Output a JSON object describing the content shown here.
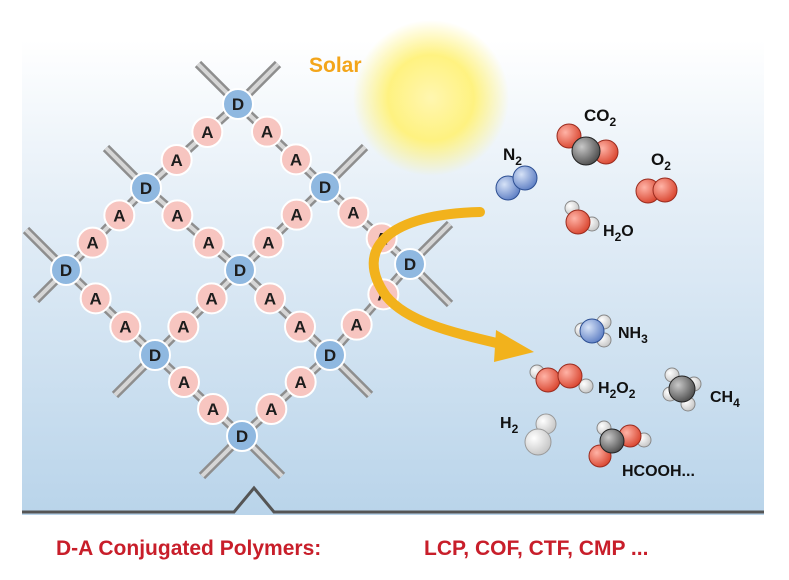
{
  "solar_label": "Solar",
  "node_labels": {
    "donor": "D",
    "acceptor": "A"
  },
  "molecules": {
    "n2": {
      "main": "N",
      "sub": "2"
    },
    "co2": {
      "main": "CO",
      "sub": "2"
    },
    "o2": {
      "main": "O",
      "sub": "2"
    },
    "h2o": {
      "main": "H",
      "sub": "2",
      "rest": "O"
    },
    "nh3": {
      "main": "NH",
      "sub": "3"
    },
    "h2o2": {
      "main": "H",
      "sub": "2",
      "mid": "O",
      "sub2": "2"
    },
    "ch4": {
      "main": "CH",
      "sub": "4"
    },
    "h2": {
      "main": "H",
      "sub": "2"
    },
    "hcooh": "HCOOH..."
  },
  "banner": {
    "title": "D-A Conjugated Polymers:",
    "examples": "LCP, COF, CTF, CMP ..."
  },
  "colors": {
    "donor": "#8fb8e0",
    "acceptor": "#f7c5c0",
    "arrow": "#f2b21c",
    "banner_text": "#c81e2a",
    "sky_top": "#ffffff",
    "sky_bottom": "#bcd6ea"
  }
}
